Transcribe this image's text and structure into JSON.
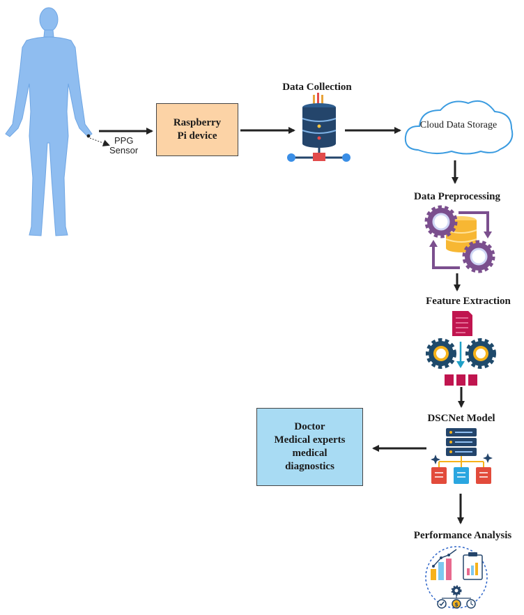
{
  "sensor": {
    "line1": "PPG",
    "line2": "Sensor"
  },
  "raspberry": {
    "line1": "Raspberry",
    "line2": "Pi device"
  },
  "data_collection": {
    "title": "Data Collection"
  },
  "cloud": {
    "label": "Cloud Data Storage"
  },
  "preprocessing": {
    "title": "Data Preprocessing"
  },
  "feature_extraction": {
    "title": "Feature Extraction"
  },
  "model": {
    "title": "DSCNet Model"
  },
  "doctor": {
    "line1": "Doctor",
    "line2": "Medical experts",
    "line3": "medical",
    "line4": "diagnostics"
  },
  "performance": {
    "title": "Performance Analysis"
  },
  "colors": {
    "body": "#8fbdf0",
    "raspberry_box": "#fcd3a6",
    "doctor_box": "#a8dbf3",
    "cloud_outline": "#3a9be0",
    "arrow": "#222222",
    "gear_purple": "#7b4f8e",
    "gear_navy": "#1f4a6b",
    "doc_red": "#c0154f",
    "server_blue": "#24456b"
  }
}
